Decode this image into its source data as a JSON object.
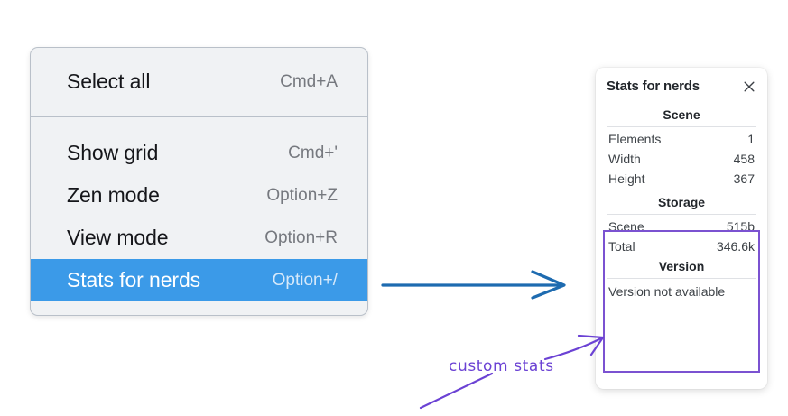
{
  "context_menu": {
    "groups": [
      {
        "items": [
          {
            "label": "Select all",
            "shortcut": "Cmd+A",
            "selected": false
          }
        ]
      },
      {
        "items": [
          {
            "label": "Show grid",
            "shortcut": "Cmd+'",
            "selected": false
          },
          {
            "label": "Zen mode",
            "shortcut": "Option+Z",
            "selected": false
          },
          {
            "label": "View mode",
            "shortcut": "Option+R",
            "selected": false
          },
          {
            "label": "Stats for nerds",
            "shortcut": "Option+/",
            "selected": true
          }
        ]
      }
    ],
    "selected_color": "#3b9ae8",
    "background_color": "#f0f2f4"
  },
  "stats_panel": {
    "title": "Stats for nerds",
    "close_icon": "close-icon",
    "sections": [
      {
        "heading": "Scene",
        "rows": [
          {
            "key": "Elements",
            "value": "1"
          },
          {
            "key": "Width",
            "value": "458"
          },
          {
            "key": "Height",
            "value": "367"
          }
        ]
      },
      {
        "heading": "Storage",
        "rows": [
          {
            "key": "Scene",
            "value": "515b"
          },
          {
            "key": "Total",
            "value": "346.6k"
          }
        ]
      },
      {
        "heading": "Version",
        "full_rows": [
          "Version not available"
        ]
      }
    ],
    "highlight_color": "#7b52d1"
  },
  "annotations": {
    "custom_stats_label": "custom stats",
    "arrow_blue_color": "#1e6bb0",
    "arrow_purple_color": "#6b42d4"
  }
}
